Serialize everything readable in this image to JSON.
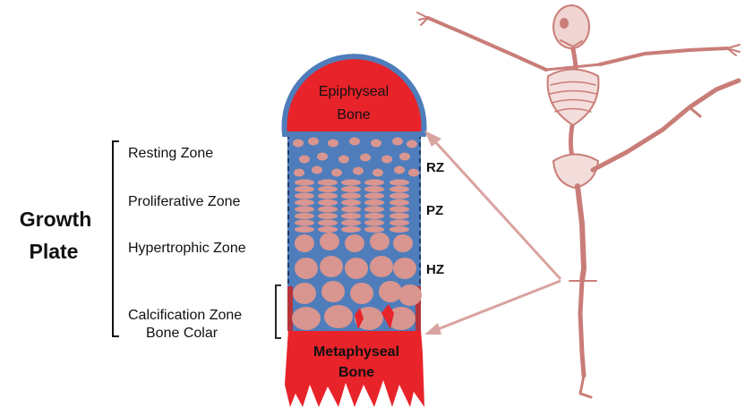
{
  "group_label": {
    "line1": "Growth",
    "line2": "Plate"
  },
  "zones": {
    "resting": "Resting Zone",
    "proliferative": "Proliferative Zone",
    "hypertrophic": "Hypertrophic  Zone",
    "calcification": "Calcification Zone",
    "bone_colar": "Bone Colar"
  },
  "abbreviations": {
    "rz": "RZ",
    "pz": "PZ",
    "hz": "HZ"
  },
  "epiphyseal": {
    "line1": "Epiphyseal",
    "line2": "Bone"
  },
  "metaphyseal": {
    "line1": "Metaphyseal",
    "line2": "Bone"
  },
  "colors": {
    "bone_red": "#e8232a",
    "cartilage_blue": "#4f7dbb",
    "cell_pink": "#d9958f",
    "collar_red": "#b8323a",
    "skeleton": "#c97d78",
    "arrow": "#d9a3a0"
  }
}
